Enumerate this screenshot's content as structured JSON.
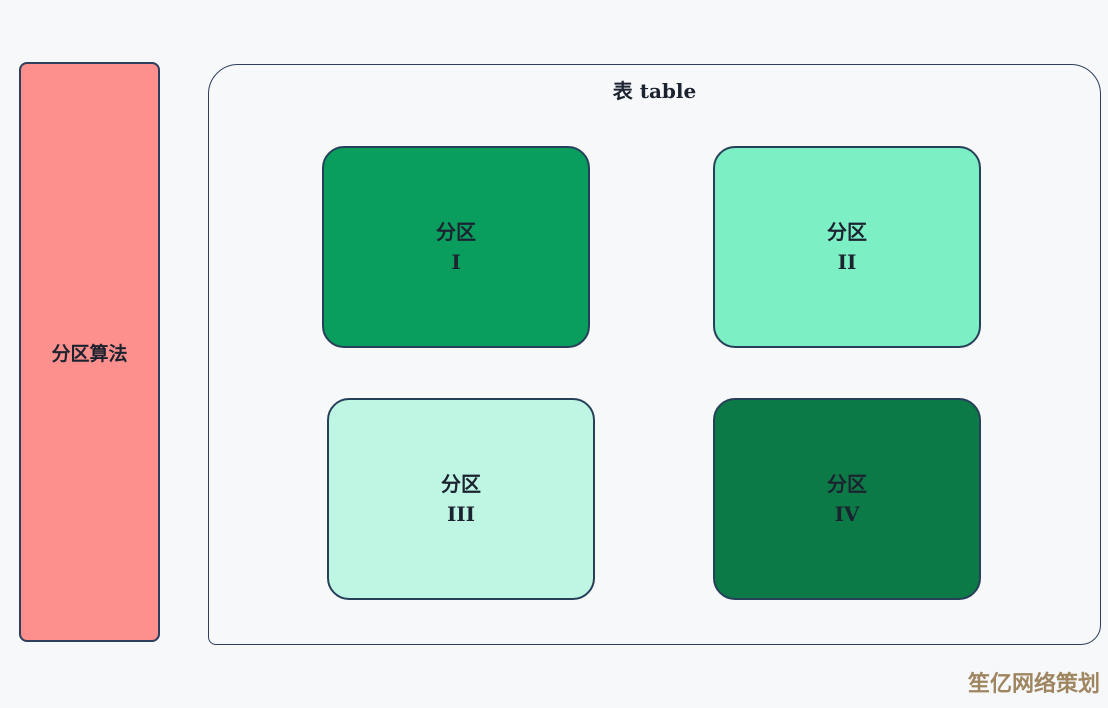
{
  "algorithm": {
    "label": "分区算法",
    "color": "#fd8f8c"
  },
  "table": {
    "title": "表 table"
  },
  "partitions": [
    {
      "label": "分区",
      "numeral": "I",
      "color": "#0a9e5e"
    },
    {
      "label": "分区",
      "numeral": "II",
      "color": "#7cefc5"
    },
    {
      "label": "分区",
      "numeral": "III",
      "color": "#bff5e3"
    },
    {
      "label": "分区",
      "numeral": "IV",
      "color": "#0c7a46"
    }
  ],
  "watermark": {
    "text": "笙亿网络策划",
    "color": "#9f8661"
  }
}
